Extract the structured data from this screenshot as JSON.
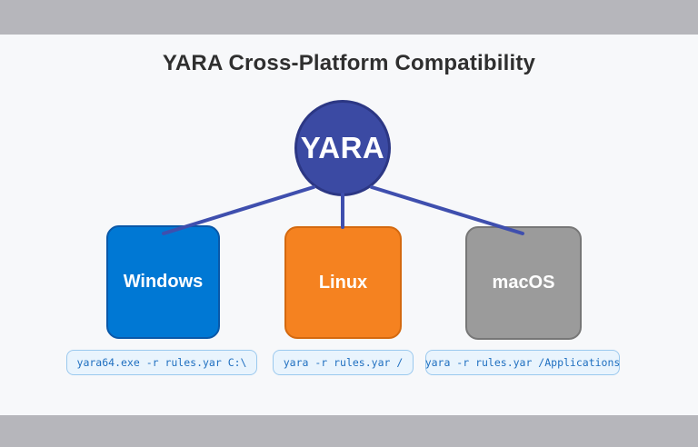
{
  "header": {
    "title": "YARA Cross-Platform Compatibility"
  },
  "diagram": {
    "root": {
      "label": "YARA",
      "fill": "#3b4aa3",
      "border_color": "#2c3784"
    },
    "connector_color": "#3f4fae",
    "platforms": [
      {
        "name": "Windows",
        "command": "yara64.exe -r rules.yar C:\\",
        "fill": "#0078d4",
        "border_color": "#0a58a8"
      },
      {
        "name": "Linux",
        "command": "yara -r rules.yar /",
        "fill": "#f58220",
        "border_color": "#d4690f"
      },
      {
        "name": "macOS",
        "command": "yara -r rules.yar /Applications",
        "fill": "#9b9b9b",
        "border_color": "#777777"
      }
    ],
    "command_chip": {
      "bg": "#e9f4fd",
      "border_color": "#9bc9ee",
      "text_color": "#1f6fc0"
    }
  },
  "frame": {
    "bar_color": "#b6b6bb",
    "canvas_color": "#f7f8fa"
  }
}
